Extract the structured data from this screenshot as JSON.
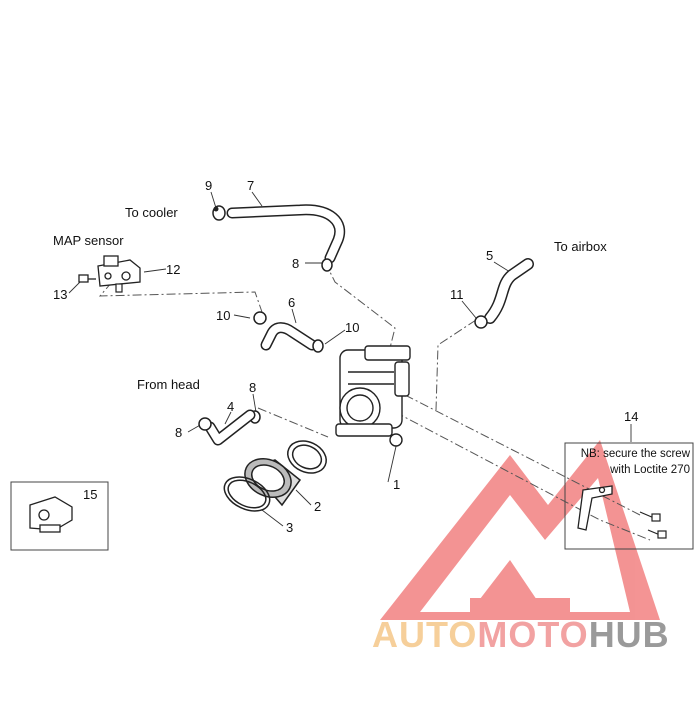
{
  "diagram": {
    "labels": {
      "to_cooler": "To cooler",
      "map_sensor": "MAP sensor",
      "to_airbox": "To airbox",
      "from_head": "From head"
    },
    "callouts": {
      "c1": "1",
      "c2": "2",
      "c3": "3",
      "c4": "4",
      "c5": "5",
      "c6": "6",
      "c7": "7",
      "c8a": "8",
      "c8b": "8",
      "c8c": "8",
      "c9": "9",
      "c10a": "10",
      "c10b": "10",
      "c11": "11",
      "c12": "12",
      "c13": "13",
      "c14": "14",
      "c15": "15"
    },
    "note": {
      "line1": "NB: secure the screw",
      "line2": "with Loctite 270"
    }
  },
  "watermark": {
    "part1": "AUTO",
    "part2": "MOTO",
    "part3": "HUB",
    "colors": {
      "auto": "#f6cf9a",
      "moto": "#f2a2a2",
      "hub": "#9a9a9a",
      "logo": "#f07070"
    }
  }
}
